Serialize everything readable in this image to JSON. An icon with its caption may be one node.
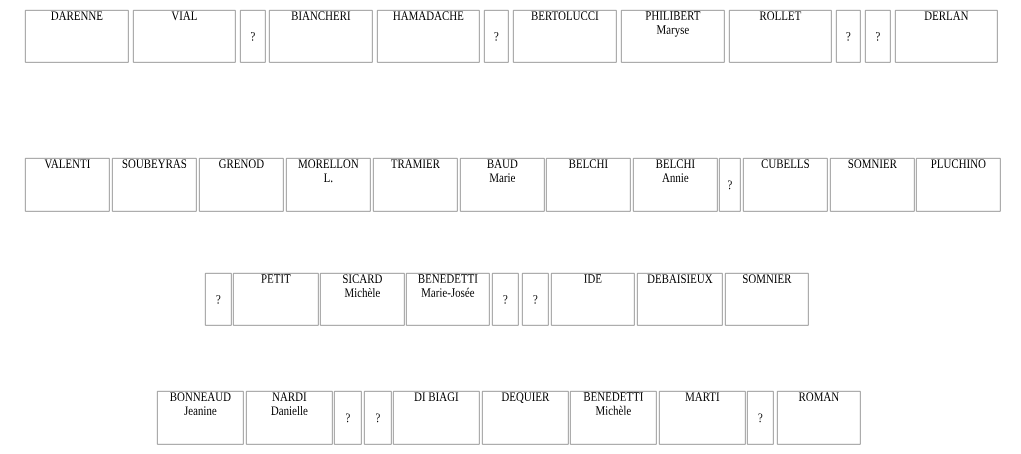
{
  "diagram": {
    "nodes": [
      {
        "text": [
          "DARENNE"
        ]
      },
      {
        "text": [
          "VIAL"
        ]
      },
      {
        "text": [
          "?"
        ]
      },
      {
        "text": [
          "BIANCHERI"
        ]
      },
      {
        "text": [
          "HAMADACHE"
        ]
      },
      {
        "text": [
          "?"
        ]
      },
      {
        "text": [
          "BERTOLUCCI"
        ]
      },
      {
        "text": [
          "PHILIBERT",
          "Maryse"
        ]
      },
      {
        "text": [
          "ROLLET"
        ]
      },
      {
        "text": [
          "?"
        ]
      },
      {
        "text": [
          "?"
        ]
      },
      {
        "text": [
          "DERLAN"
        ]
      },
      {
        "text": [
          "VALENTI"
        ]
      },
      {
        "text": [
          "SOUBEYRAS"
        ]
      },
      {
        "text": [
          "GRENOD"
        ]
      },
      {
        "text": [
          "MORELLON",
          "L."
        ]
      },
      {
        "text": [
          "TRAMIER"
        ]
      },
      {
        "text": [
          "BAUD",
          "Marie"
        ]
      },
      {
        "text": [
          "BELCHI"
        ]
      },
      {
        "text": [
          "BELCHI",
          "Annie"
        ]
      },
      {
        "text": [
          "?"
        ]
      },
      {
        "text": [
          "CUBELLS"
        ]
      },
      {
        "text": [
          "SOMNIER"
        ]
      },
      {
        "text": [
          "PLUCHINO"
        ]
      },
      {
        "text": [
          "?"
        ]
      },
      {
        "text": [
          "PETIT"
        ]
      },
      {
        "text": [
          "SICARD",
          "Michèle"
        ]
      },
      {
        "text": [
          "BENEDETTI",
          "Marie-Josée"
        ]
      },
      {
        "text": [
          "?"
        ]
      },
      {
        "text": [
          "?"
        ]
      },
      {
        "text": [
          "IDE"
        ]
      },
      {
        "text": [
          "DEBAISIEUX"
        ]
      },
      {
        "text": [
          "SOMNIER"
        ]
      },
      {
        "text": [
          "BONNEAUD",
          "Jeanine"
        ]
      },
      {
        "text": [
          "NARDI",
          "Danielle"
        ]
      },
      {
        "text": [
          "?"
        ]
      },
      {
        "text": [
          "?"
        ]
      },
      {
        "text": [
          "DI BIAGI"
        ]
      },
      {
        "text": [
          "DEQUIER"
        ]
      },
      {
        "text": [
          "BENEDETTI",
          "Michèle"
        ]
      },
      {
        "text": [
          "MARTI"
        ]
      },
      {
        "text": [
          "?"
        ]
      },
      {
        "text": [
          "ROMAN"
        ]
      }
    ]
  }
}
